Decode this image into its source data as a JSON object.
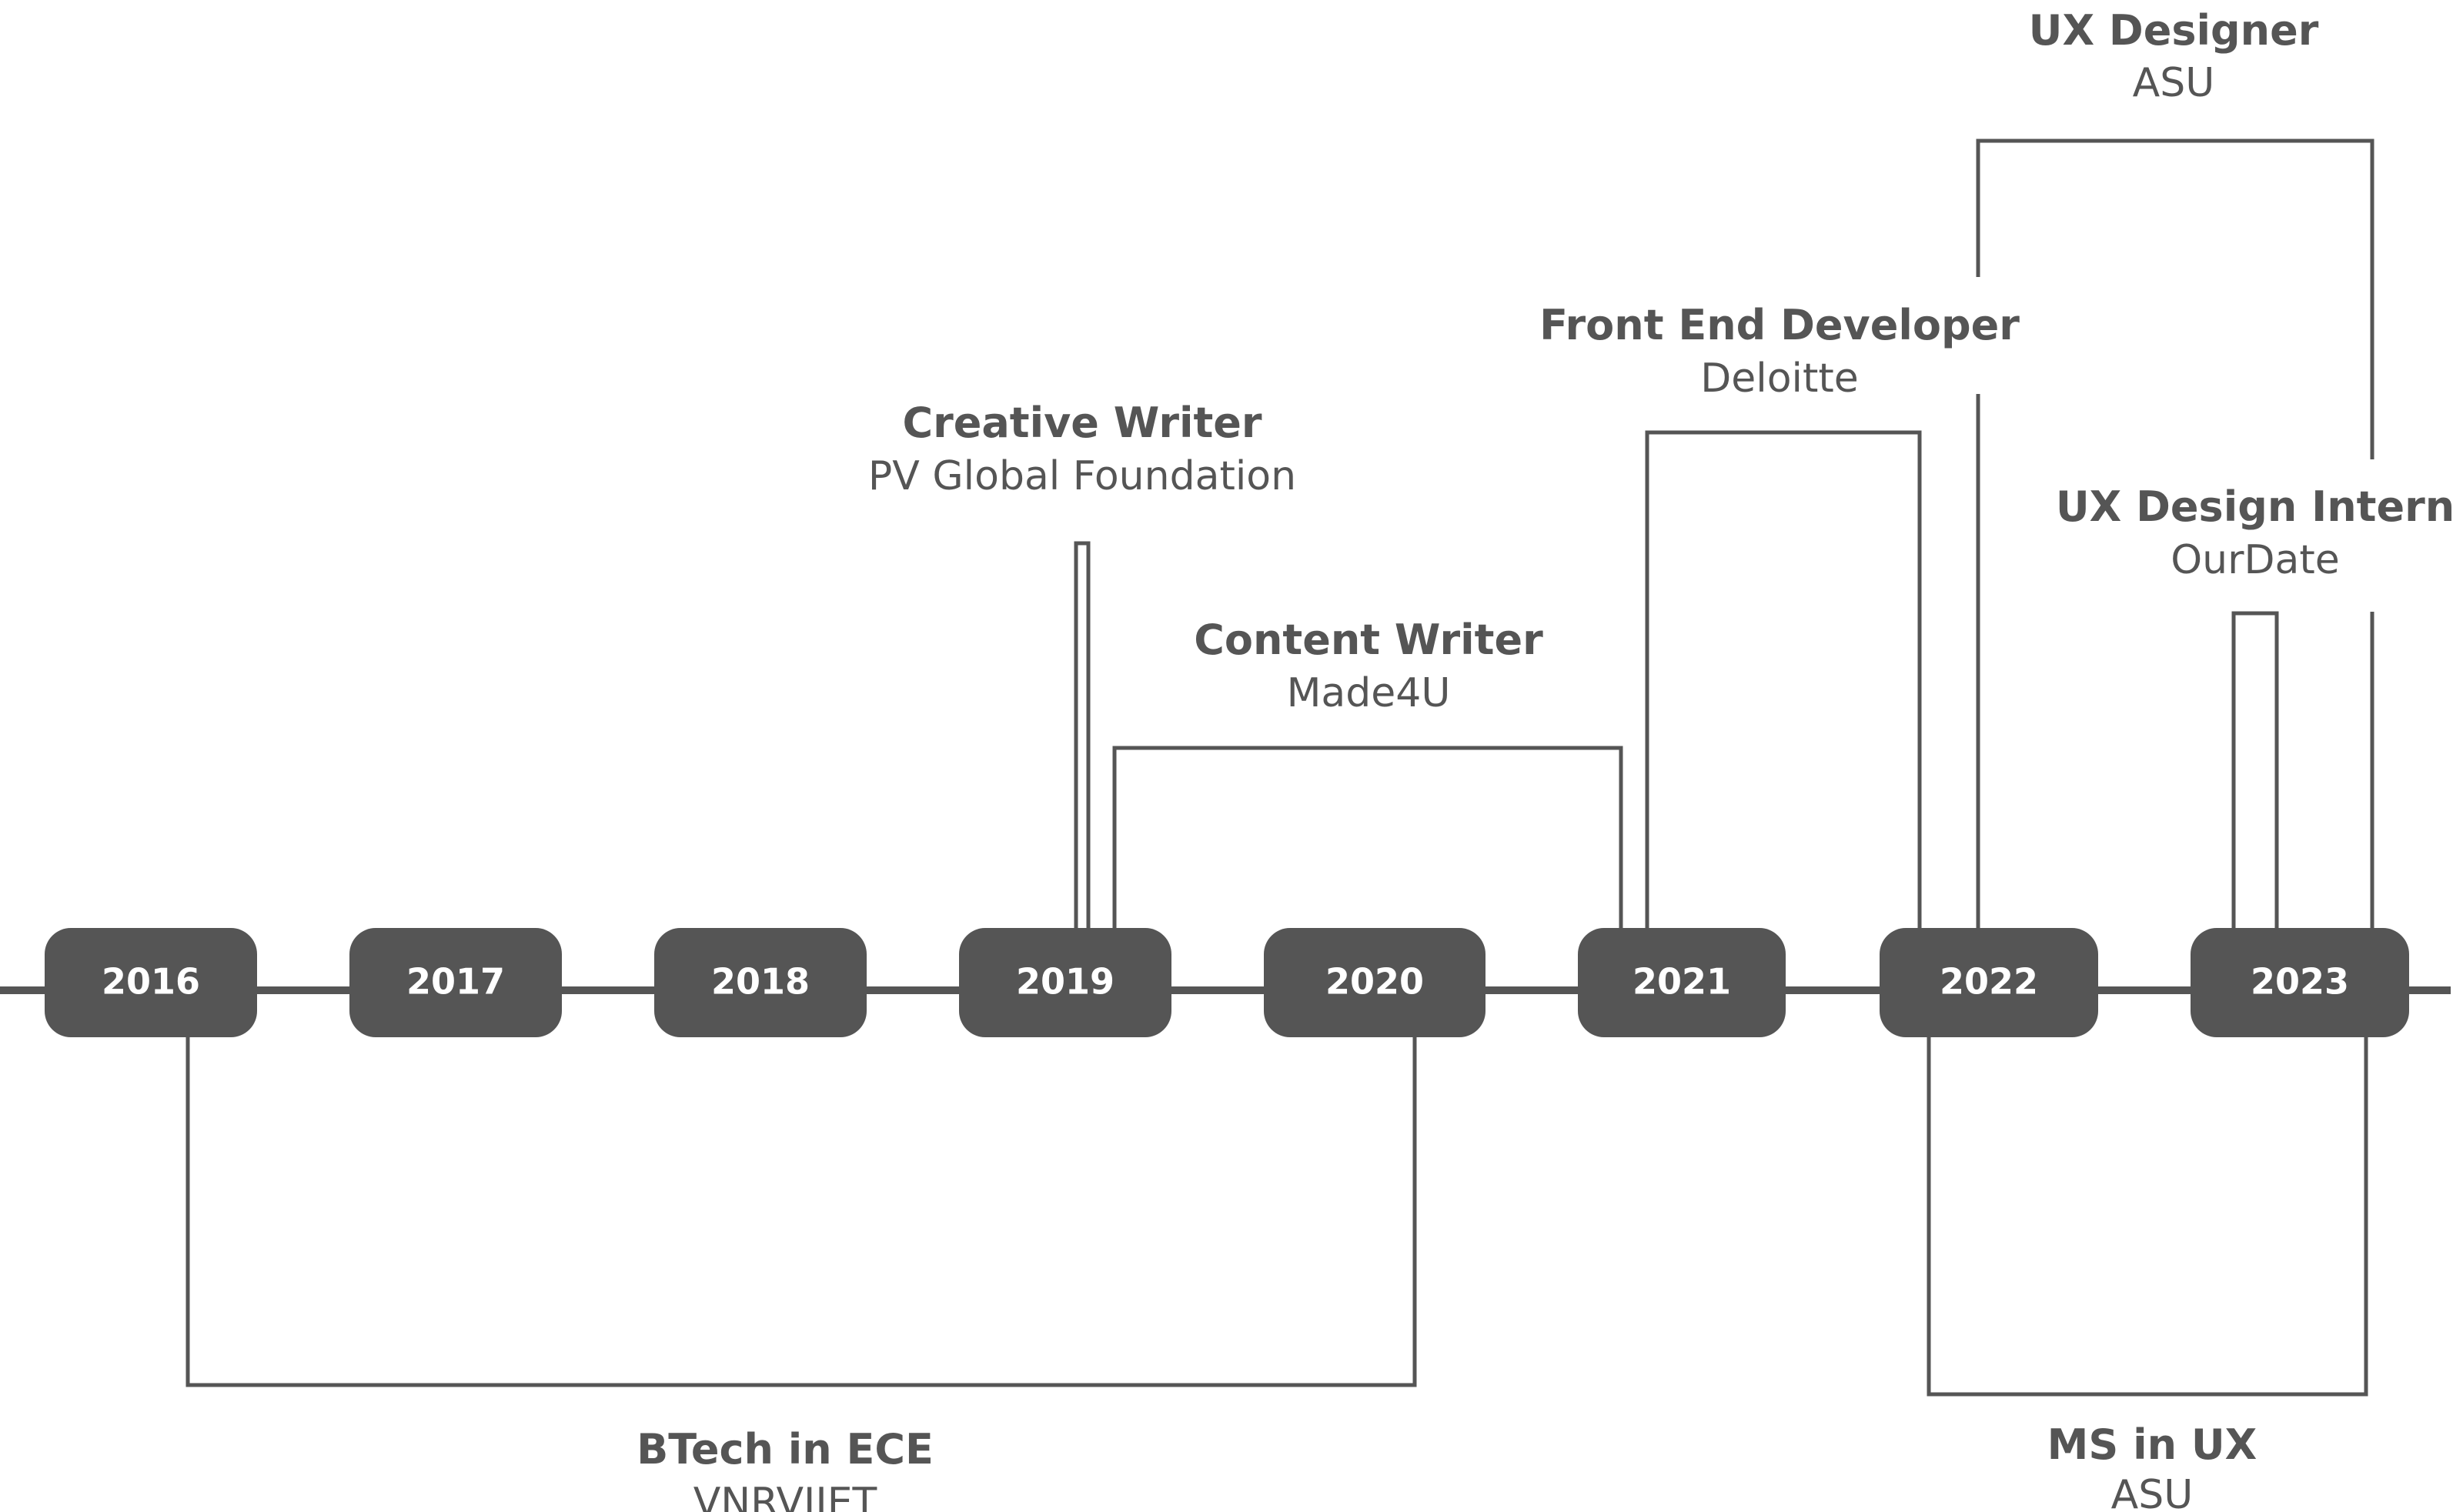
{
  "timeline": {
    "years": [
      "2016",
      "2017",
      "2018",
      "2019",
      "2020",
      "2021",
      "2022",
      "2023"
    ]
  },
  "entries": {
    "btech": {
      "title": "BTech in ECE",
      "org": "VNRVJIET"
    },
    "creative_writer": {
      "title": "Creative Writer",
      "org": "PV Global Foundation"
    },
    "content_writer": {
      "title": "Content Writer",
      "org": "Made4U"
    },
    "front_end_developer": {
      "title": "Front End Developer",
      "org": "Deloitte"
    },
    "ux_designer": {
      "title": "UX Designer",
      "org": "ASU"
    },
    "ux_design_intern": {
      "title": "UX Design Intern",
      "org": "OurDate"
    },
    "ms_ux": {
      "title": "MS in UX",
      "org": "ASU"
    }
  },
  "colors": {
    "ink": "#555555",
    "pill_text": "#ffffff",
    "background": "#ffffff"
  }
}
